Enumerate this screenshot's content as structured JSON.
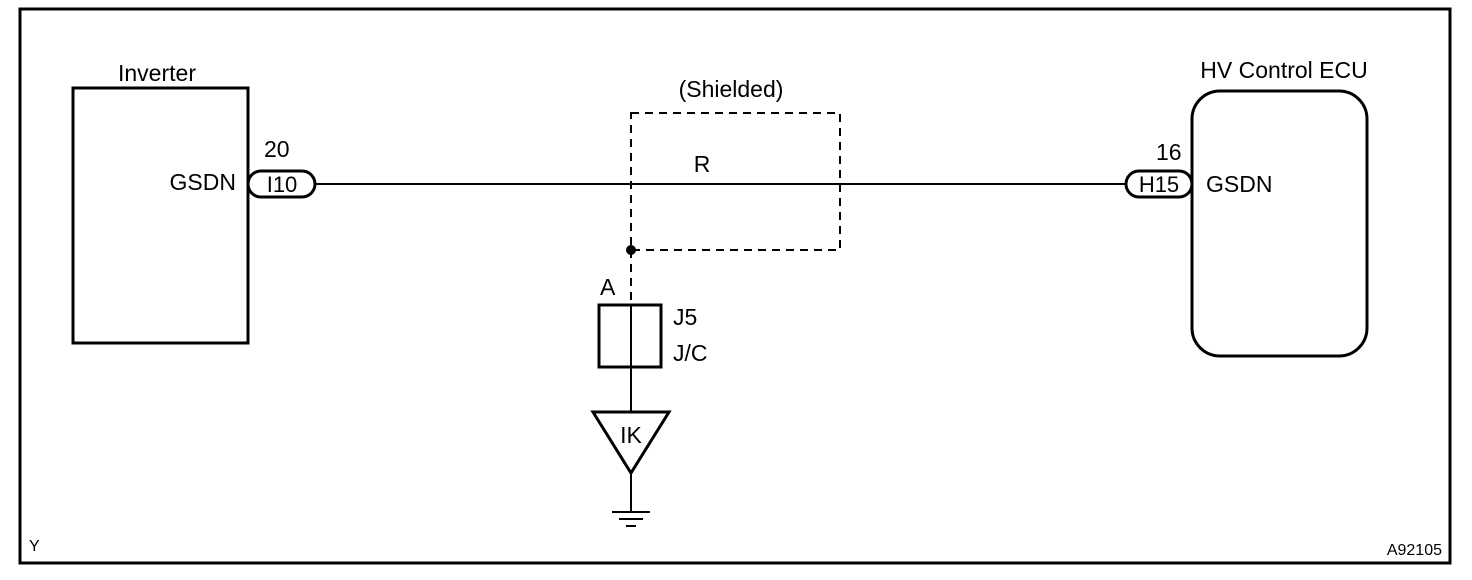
{
  "inverter": {
    "title": "Inverter",
    "terminal_name": "GSDN",
    "pin_number": "20",
    "connector_code": "I10"
  },
  "ecu": {
    "title": "HV Control ECU",
    "terminal_name": "GSDN",
    "pin_number": "16",
    "connector_code": "H15"
  },
  "wire": {
    "color_code": "R",
    "shield_label": "(Shielded)"
  },
  "junction": {
    "point_label": "A",
    "connector_code": "J5",
    "connector_type": "J/C"
  },
  "ground": {
    "point_code": "IK"
  },
  "corner_labels": {
    "bottom_left": "Y",
    "bottom_right": "A92105"
  }
}
